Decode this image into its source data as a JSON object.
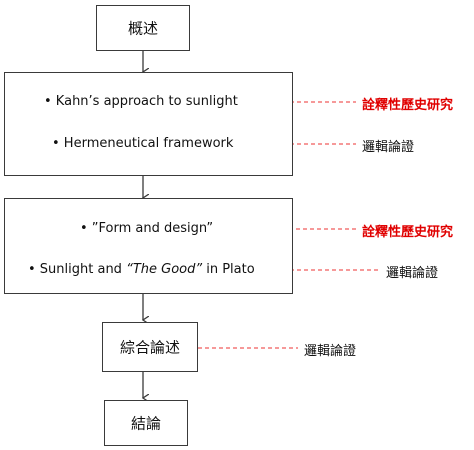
{
  "nodes": {
    "overview": "概述",
    "synthesis": "綜合論述",
    "conclusion": "結論"
  },
  "section1": {
    "items": [
      "• Kahn’s  approach to sunlight",
      "• Hermeneutical framework"
    ],
    "notes": [
      "詮釋性歷史研究",
      "邏輯論證"
    ]
  },
  "section2": {
    "items": [
      "• ”Form and design”",
      "• Sunlight and ",
      "“The Good”",
      " in Plato"
    ],
    "notes": [
      "詮釋性歷史研究",
      "邏輯論證"
    ]
  },
  "synthesis_note": "邏輯論證",
  "colors": {
    "red_note": "#e00000",
    "line": "#3a3a3a",
    "dash": "#e33"
  }
}
